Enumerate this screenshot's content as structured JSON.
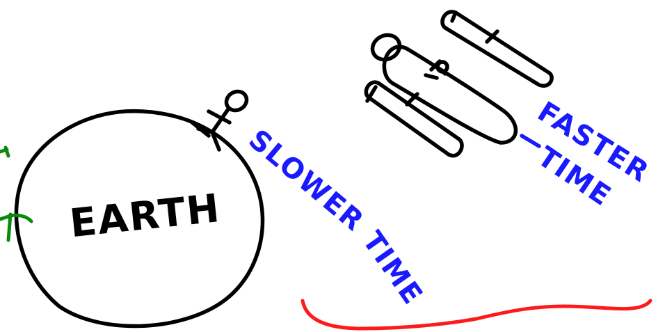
{
  "labels": {
    "earth": "EARTH",
    "slower_time_word1": "SLOWER",
    "slower_time_word2": "TIME",
    "faster_time_word1": "FASTER",
    "faster_time_word2": "TIME"
  },
  "colors": {
    "ink_black": "#000000",
    "ink_blue": "#1a1aff",
    "ink_green": "#0a8a0a",
    "ink_red": "#ff1a1a",
    "background": "#ffffff"
  }
}
